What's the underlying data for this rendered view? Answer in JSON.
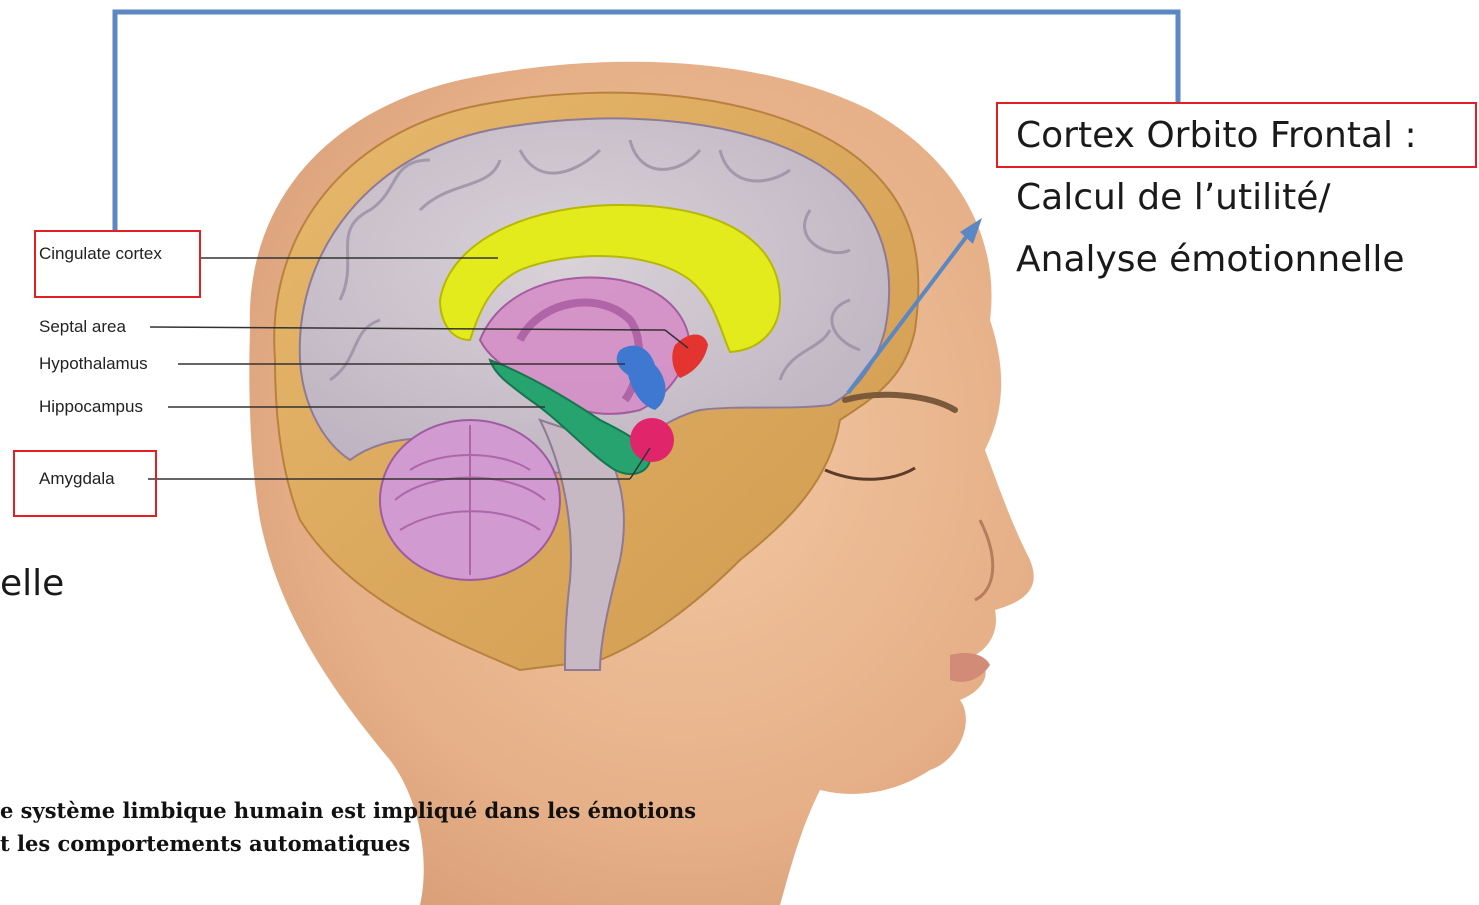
{
  "anatomy_labels": {
    "cingulate": "Cingulate cortex",
    "septal": "Septal area",
    "hypothalamus": "Hypothalamus",
    "hippocampus": "Hippocampus",
    "amygdala": "Amygdala"
  },
  "annotation": {
    "title": "Cortex Orbito Frontal :",
    "line2": "Calcul de l’utilité/",
    "line3": "Analyse émotionnelle"
  },
  "partial_left_text": "elle",
  "caption": {
    "line1": "e système limbique humain est impliqué dans les émotions",
    "line2": "t les comportements automatiques"
  },
  "colors": {
    "frame_accent": "#e41f23",
    "connector": "#5b87c2",
    "cingulate": "#e3eb1d",
    "hippocampus": "#27a36f",
    "amygdala": "#e0256a",
    "hypothalamus": "#3f78d1",
    "septal": "#e3342f",
    "skin": "#e8b48e"
  }
}
